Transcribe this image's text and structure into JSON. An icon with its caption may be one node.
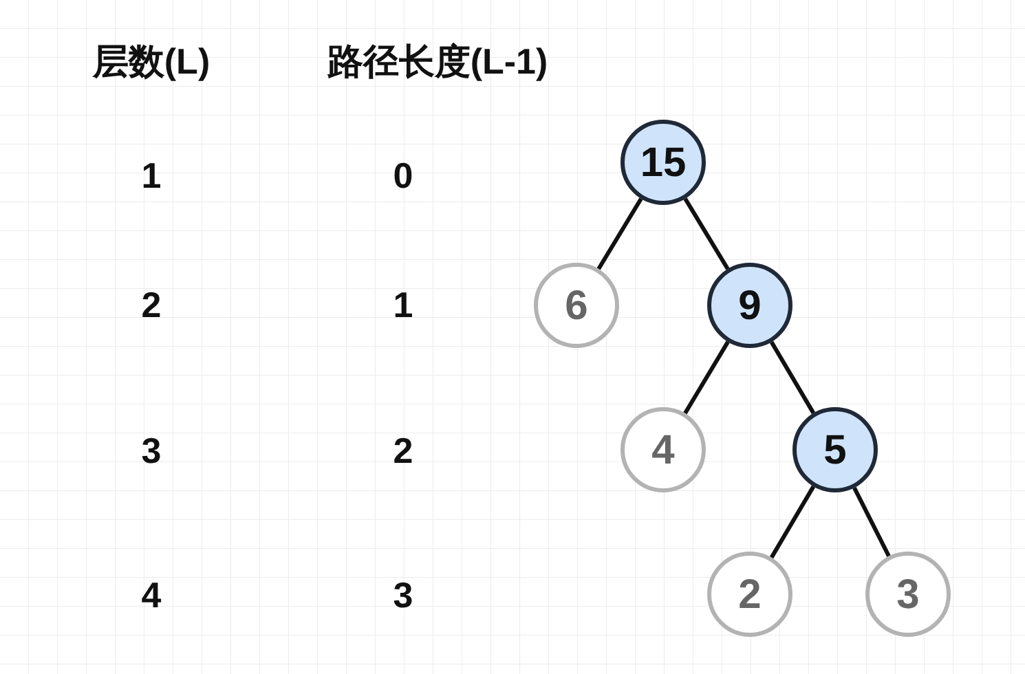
{
  "diagram": {
    "nodes": [
      {
        "text": [
          "15"
        ]
      },
      {
        "text": [
          "6"
        ]
      },
      {
        "text": [
          "9"
        ]
      },
      {
        "text": [
          "4"
        ]
      },
      {
        "text": [
          "5"
        ]
      },
      {
        "text": [
          "2"
        ]
      },
      {
        "text": [
          "3"
        ]
      }
    ],
    "edges": [
      {
        "from": 0,
        "to": 1,
        "arrow": "none"
      },
      {
        "from": 0,
        "to": 2,
        "arrow": "none"
      },
      {
        "from": 2,
        "to": 3,
        "arrow": "none"
      },
      {
        "from": 2,
        "to": 4,
        "arrow": "none"
      },
      {
        "from": 4,
        "to": 5,
        "arrow": "none"
      },
      {
        "from": 4,
        "to": 6,
        "arrow": "none"
      }
    ],
    "labels": [
      "层数(L)",
      "路径长度(L-1)",
      "1",
      "0",
      "2",
      "1",
      "3",
      "2",
      "4",
      "3"
    ]
  }
}
